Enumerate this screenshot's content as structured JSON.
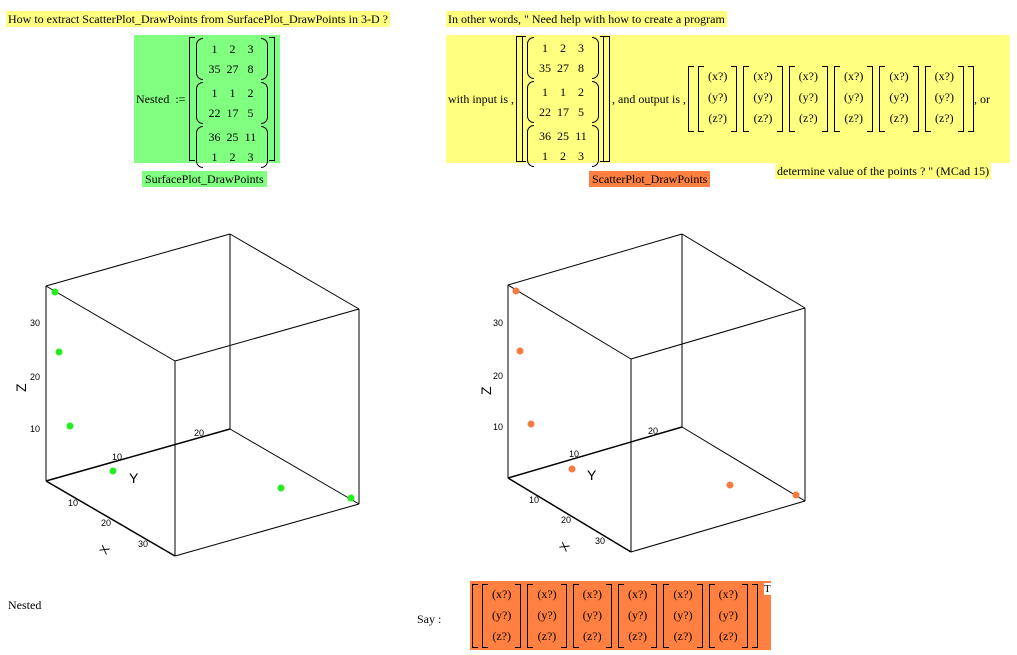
{
  "question": {
    "title": "How to extract ScatterPlot_DrawPoints from SurfacePlot_DrawPoints in 3-D ?",
    "other_words": "In other words, \" Need help with how to create a program",
    "with_input": "with input is ,",
    "and_output": ", and output is ,",
    "or": ", or",
    "determine": "determine value of the points ? \" (MCad 15)"
  },
  "definition": {
    "lhs": "Nested",
    "assign": ":=",
    "matrices": [
      {
        "rows": [
          [
            "1",
            "2",
            "3"
          ],
          [
            "35",
            "27",
            "8"
          ]
        ]
      },
      {
        "rows": [
          [
            "1",
            "1",
            "2"
          ],
          [
            "22",
            "17",
            "5"
          ]
        ]
      },
      {
        "rows": [
          [
            "36",
            "25",
            "11"
          ],
          [
            "1",
            "2",
            "3"
          ]
        ]
      }
    ]
  },
  "output_vector": {
    "cells": [
      "(x?)",
      "(y?)",
      "(z?)"
    ],
    "count": 6,
    "transpose": "T"
  },
  "labels": {
    "surface": "SurfacePlot_DrawPoints",
    "scatter": "ScatterPlot_DrawPoints",
    "nested_bottom": "Nested",
    "say": "Say :"
  },
  "colors": {
    "yellow": "#ffff80",
    "green": "#80ff80",
    "orange": "#ff8040",
    "green_points": "#22ee22",
    "orange_points": "#f57c3c"
  },
  "plots": {
    "left": {
      "z_label": "Z",
      "y_label": "Y",
      "x_label": "X",
      "z_ticks": [
        "10",
        "20",
        "30"
      ],
      "y_ticks": [
        "10",
        "20"
      ],
      "x_ticks": [
        "10",
        "20",
        "30"
      ]
    },
    "right": {
      "z_label": "Z",
      "y_label": "Y",
      "x_label": "X",
      "z_ticks": [
        "10",
        "20",
        "30"
      ],
      "y_ticks": [
        "10",
        "20"
      ],
      "x_ticks": [
        "10",
        "20",
        "30"
      ]
    }
  },
  "chart_data": {
    "type": "scatter",
    "points": [
      [
        1,
        35,
        36
      ],
      [
        2,
        27,
        25
      ],
      [
        3,
        8,
        11
      ],
      [
        1,
        22,
        1
      ],
      [
        1,
        17,
        2
      ],
      [
        2,
        5,
        3
      ]
    ]
  }
}
